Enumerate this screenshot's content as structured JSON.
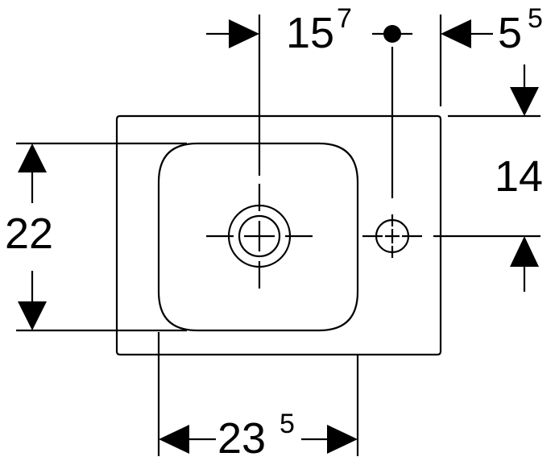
{
  "dimensions": {
    "top_left": {
      "main": "15",
      "sup": "7"
    },
    "top_right": {
      "main": "5",
      "sup": "5"
    },
    "right_side": {
      "main": "14"
    },
    "left_side": {
      "main": "22"
    },
    "bottom": {
      "main": "23",
      "sup": "5"
    }
  },
  "colors": {
    "line": "#000000",
    "background": "#ffffff"
  }
}
